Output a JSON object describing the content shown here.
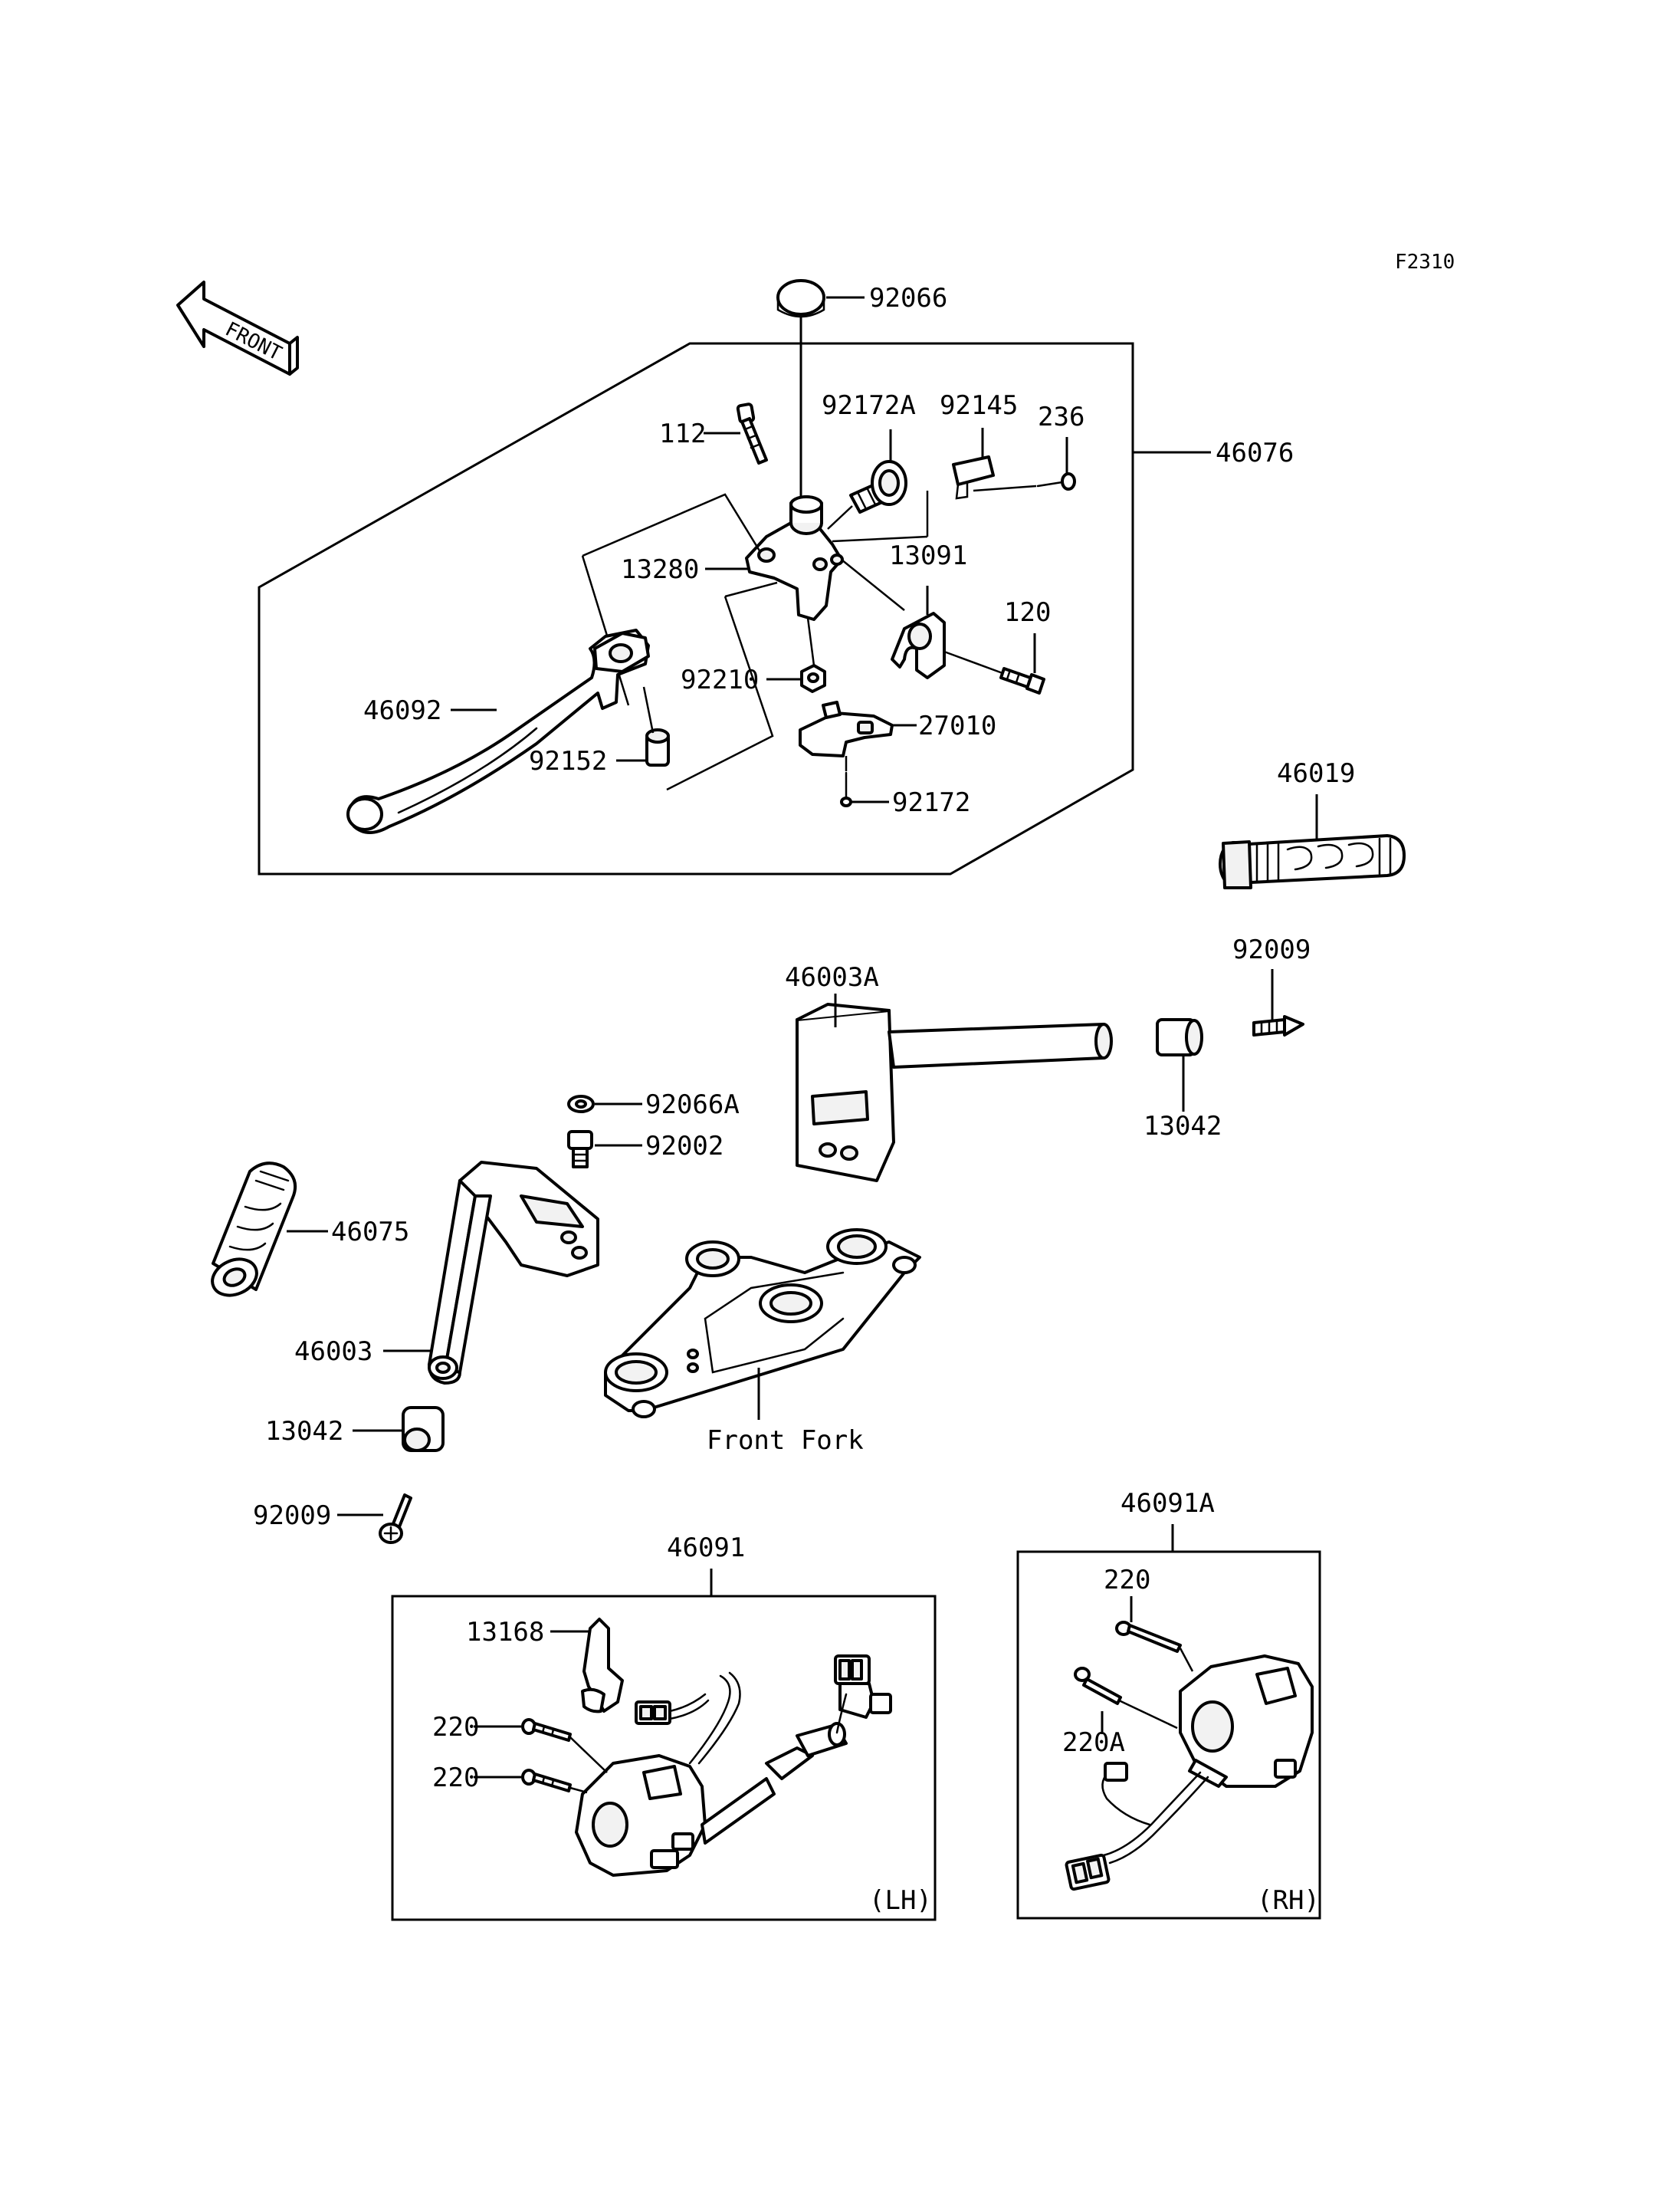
{
  "figure_code": "F2310",
  "orientation": {
    "arrow_label": "FRONT",
    "icon": "front-arrow-icon"
  },
  "callouts": {
    "p92066": "92066",
    "p46076": "46076",
    "p112": "112",
    "p92172A": "92172A",
    "p92145": "92145",
    "p236": "236",
    "p13280": "13280",
    "p13091": "13091",
    "p120": "120",
    "p92210": "92210",
    "p46092": "46092",
    "p27010": "27010",
    "p92152": "92152",
    "p92172": "92172",
    "p46019": "46019",
    "p92009a": "92009",
    "p46003A": "46003A",
    "p13042a": "13042",
    "p92066A": "92066A",
    "p92002": "92002",
    "p46075": "46075",
    "p46003": "46003",
    "p13042b": "13042",
    "p92009b": "92009",
    "p46091": "46091",
    "p46091A": "46091A",
    "p13168": "13168",
    "p220a": "220",
    "p220b": "220",
    "p220c": "220",
    "p220A": "220A"
  },
  "annotations": {
    "front_fork": "Front Fork",
    "lh": "(LH)",
    "rh": "(RH)"
  }
}
